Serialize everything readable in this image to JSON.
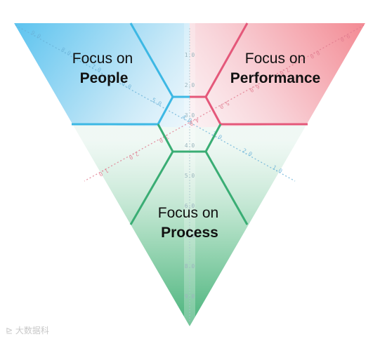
{
  "quadrants": {
    "people": {
      "line1": "Focus on",
      "line2": "People",
      "color": "#3db8e4"
    },
    "performance": {
      "line1": "Focus on",
      "line2": "Performance",
      "color": "#e4587a"
    },
    "process": {
      "line1": "Focus on",
      "line2": "Process",
      "color": "#3aad74"
    }
  },
  "scale": {
    "vertical_ticks": [
      "1.0",
      "2.0",
      "3.0",
      "4.0",
      "5.0",
      "6.0",
      "7.0",
      "8.0",
      "9.0"
    ],
    "diagonal_ticks": [
      "9.0",
      "8.0",
      "7.0",
      "6.0",
      "5.0",
      "4.0",
      "3.0",
      "2.0",
      "1.0"
    ]
  },
  "watermark": {
    "icon": "watermark-logo-icon",
    "text": "大数据科"
  }
}
